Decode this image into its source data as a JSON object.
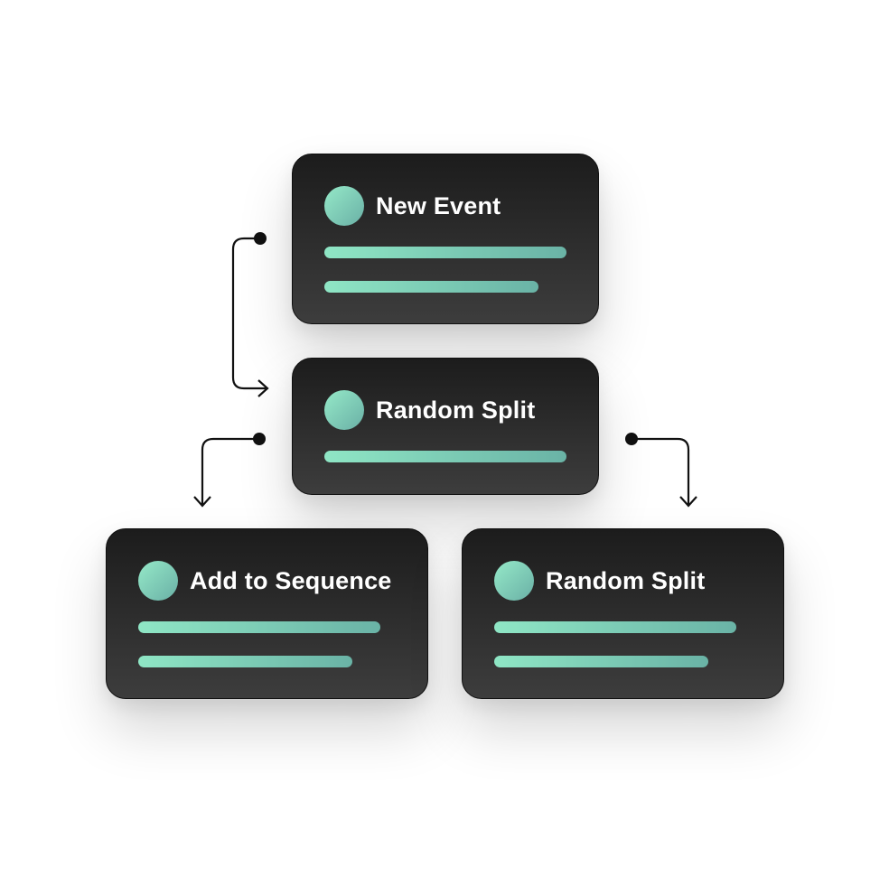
{
  "nodes": [
    {
      "id": "new-event",
      "title": "New Event",
      "bars": 2
    },
    {
      "id": "random-split",
      "title": "Random Split",
      "bars": 1
    },
    {
      "id": "add-to-sequence",
      "title": "Add to Sequence",
      "bars": 2
    },
    {
      "id": "random-split-branch",
      "title": "Random Split",
      "bars": 2
    }
  ],
  "edges": [
    {
      "from": "new-event",
      "to": "random-split"
    },
    {
      "from": "random-split",
      "to": "add-to-sequence"
    },
    {
      "from": "random-split",
      "to": "random-split-branch"
    }
  ],
  "colors": {
    "card_top": "#1c1c1c",
    "card_bottom": "#3d3d3d",
    "accent_light": "#95e9c8",
    "accent_dark": "#6ab0a6",
    "connector": "#111111",
    "title_text": "#ffffff"
  }
}
